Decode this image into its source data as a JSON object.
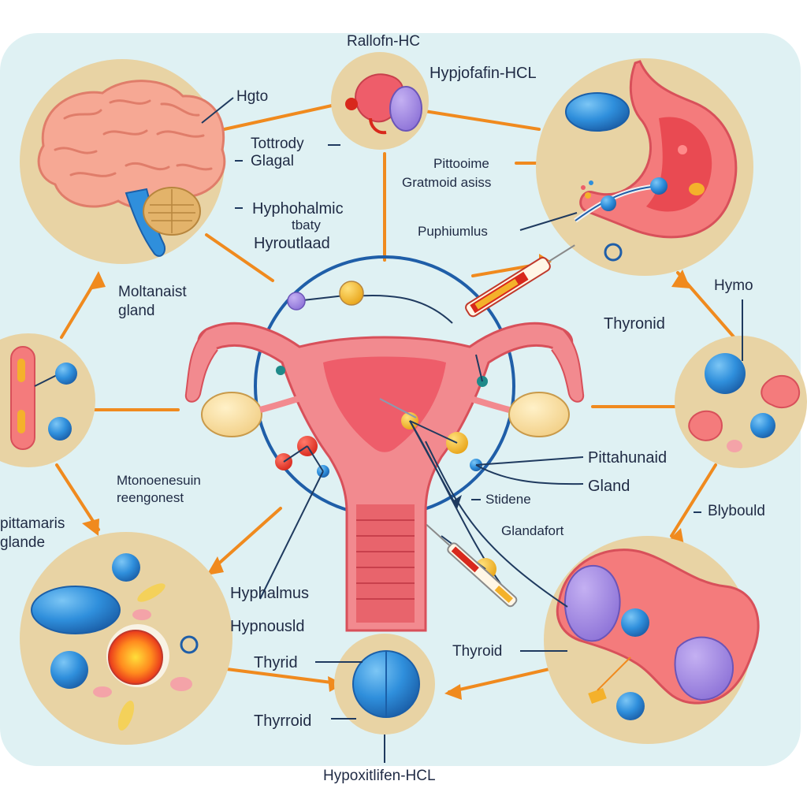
{
  "colors": {
    "background": "#dff1f3",
    "panel": "#e8d3a4",
    "arrow": "#f08a1e",
    "connector": "#1f3a5f",
    "uterus": "#f28a8f",
    "blue_sphere": "#2f8fdc"
  },
  "labels": {
    "top_a": "Rallofn-HC",
    "top_b": "Hypjofafin-HCL",
    "brain_1": "Hgto",
    "brain_2": "Tottrody",
    "brain_3": "Glagal",
    "hypo_1": "Hyphohalmic",
    "hypo_2": "tbaty",
    "hypo_3": "Hyroutlaad",
    "left_1": "Moltanaist",
    "left_2": "gland",
    "stomach_1": "Pittooime",
    "stomach_2": "Gratmoid asiss",
    "stomach_3": "Puphiumlus",
    "right_1": "Hymo",
    "right_2": "Thyronid",
    "mid_left_1": "Mtonoenesuin",
    "mid_left_2": "reengonest",
    "far_left_1": "pittamaris",
    "far_left_2": "glande",
    "mid_right_1": "Pittahunaid",
    "mid_right_2": "Gland",
    "mid_right_3": "Stidene",
    "mid_right_4": "Glandafort",
    "far_right_1": "Blybould",
    "lower_1": "Hyphalmus",
    "lower_2": "Hypnousld",
    "lower_3": "Thyrid",
    "lower_4": "Thyrroid",
    "lower_right": "Thyroid",
    "bottom": "Hypoxitlifen-HCL"
  }
}
